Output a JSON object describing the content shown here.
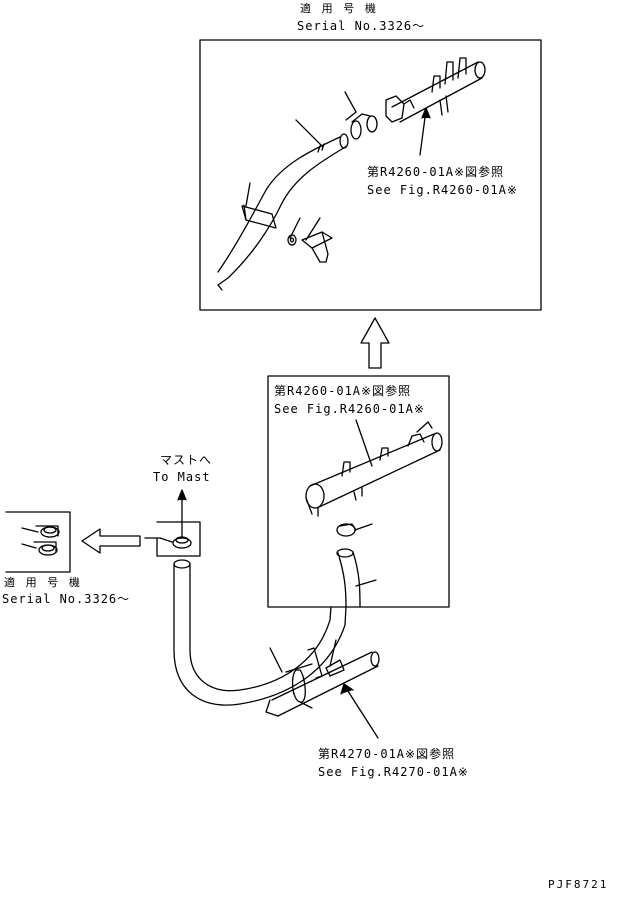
{
  "top_panel": {
    "applicable_jp": "適 用 号 機",
    "serial": "Serial No.3326～",
    "ref_jp": "第R4260-01A※図参照",
    "ref_en": "See Fig.R4260-01A※"
  },
  "middle_panel": {
    "ref_jp": "第R4260-01A※図参照",
    "ref_en": "See Fig.R4260-01A※"
  },
  "left_panel": {
    "applicable_jp": "適 用 号 機",
    "serial": "Serial No.3326～"
  },
  "mast": {
    "jp": "マストへ",
    "en": "To Mast"
  },
  "bottom_ref": {
    "ref_jp": "第R4270-01A※図参照",
    "ref_en": "See Fig.R4270-01A※"
  },
  "drawing_code": "PJF8721"
}
